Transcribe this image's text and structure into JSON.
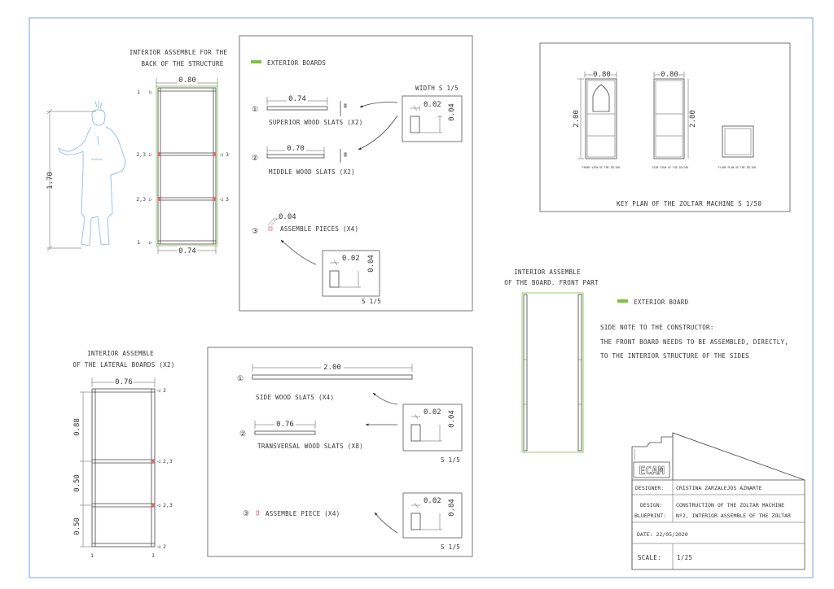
{
  "back_structure": {
    "title_line1": "INTERIOR ASSEMBLE FOR THE",
    "title_line2": "BACK OF THE STRUCTURE",
    "dim_top": "0.80",
    "dim_bottom": "0.74",
    "figure_height": "1.70",
    "markers_left": [
      "1",
      "2,3",
      "2,3",
      "1"
    ],
    "markers_right": [
      "3",
      "3"
    ]
  },
  "back_parts_panel": {
    "legend": "EXTERIOR BOARDS",
    "width_label": "WIDTH S 1/5",
    "part1_num": "①",
    "part1_dim": "0.74",
    "part1_label": "SUPERIOR WOOD SLATS (X2)",
    "part2_num": "②",
    "part2_dim": "0.70",
    "part2_label": "MIDDLE WOOD SLATS (X2)",
    "part3_num": "③",
    "part3_dim": "0.04",
    "part3_label": "ASSEMBLE PIECES (X4)",
    "section_w": "0.02",
    "section_h": "0.04",
    "scale": "S 1/5"
  },
  "key_plan": {
    "front_w": "0.80",
    "front_h": "2.00",
    "side_w": "0.80",
    "side_h": "2.00",
    "cap_front": "FRONT VIEW OF THE ZOLTAR",
    "cap_side": "SIDE VIEW OF THE ZOLTAR",
    "cap_floor": "FLOOR PLAN OF THE ZOLTAR",
    "title": "KEY PLAN OF THE ZOLTAR MACHINE  S 1/50"
  },
  "front_board": {
    "title_line1": "INTERIOR ASSEMBLE",
    "title_line2": "OF THE BOARD. FRONT PART",
    "legend": "EXTERIOR BOARD",
    "note_line1": "SIDE NOTE TO THE CONSTRUCTOR:",
    "note_line2": "THE FRONT BOARD NEEDS TO BE ASSEMBLED, DIRECTLY,",
    "note_line3": "TO THE INTERIOR STRUCTURE OF THE SIDES"
  },
  "lateral": {
    "title_line1": "INTERIOR ASSEMBLE",
    "title_line2": "OF THE LATERAL BOARDS (X2)",
    "dim_top": "0.76",
    "dim_1": "0.88",
    "dim_2": "0.50",
    "dim_3": "0.50",
    "markers_right": [
      "2",
      "2,3",
      "2,3",
      "2"
    ],
    "markers_bottom": [
      "1",
      "1"
    ]
  },
  "lateral_parts_panel": {
    "part1_num": "①",
    "part1_dim": "2.00",
    "part1_label": "SIDE WOOD SLATS (X4)",
    "part2_num": "②",
    "part2_dim": "0.76",
    "part2_label": "TRANSVERSAL WOOD SLATS (X8)",
    "part3_num": "③",
    "part3_label": "ASSEMBLE PIECE (X4)",
    "section_w": "0.02",
    "section_h": "0.04",
    "scale": "S 1/5"
  },
  "title_block": {
    "logo": "ECAM",
    "designer_label": "DESIGNER:",
    "designer": "CRISTINA ZARZALEJOS AZNARTE",
    "design_label": "DESIGN:",
    "design": "CONSTRUCTION OF THE ZOLTAR MACHINE",
    "blueprint_label": "BLUEPRINT:",
    "blueprint": "Nº2, INTERIOR ASSEMBLE OF THE ZOLTAR",
    "date": "DATE: 22/05/2020",
    "scale_label": "SCALE:",
    "scale": "1/25"
  },
  "colors": {
    "frame": "#8fb4e0",
    "accent_green": "#7dc242",
    "figure_blue": "#9cc3ea",
    "joint_red": "#e56a6a"
  }
}
